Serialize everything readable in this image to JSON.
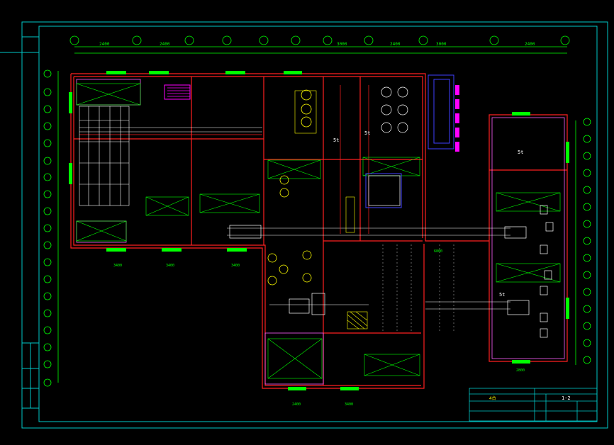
{
  "colors": {
    "frame": "#00c8c8",
    "dim": "#00ff00",
    "wall": "#ff2020",
    "wall2": "#ff60ff",
    "equip": "#ffffff",
    "accent": "#ffff00",
    "panel": "#4040ff",
    "magenta": "#ff00ff",
    "bg": "#000000"
  },
  "labels": {
    "tank_left": "5t",
    "tank_center": "5t",
    "tank_right": "5t",
    "tank_right2": "5t",
    "room_1": "4台",
    "sheet_no": "1-2",
    "dim_2400": "2400",
    "dim_2400b": "2400",
    "dim_2400c": "2400",
    "dim_2400d": "2400",
    "dim_3000": "3000",
    "dim_2400e": "2400",
    "dim_3000b": "3000",
    "dim_2800": "2800",
    "dim_3400": "3400",
    "dim_3400b": "3400",
    "dim_3400c": "3400",
    "dim_3400d": "3400",
    "dim_6800": "6800"
  }
}
